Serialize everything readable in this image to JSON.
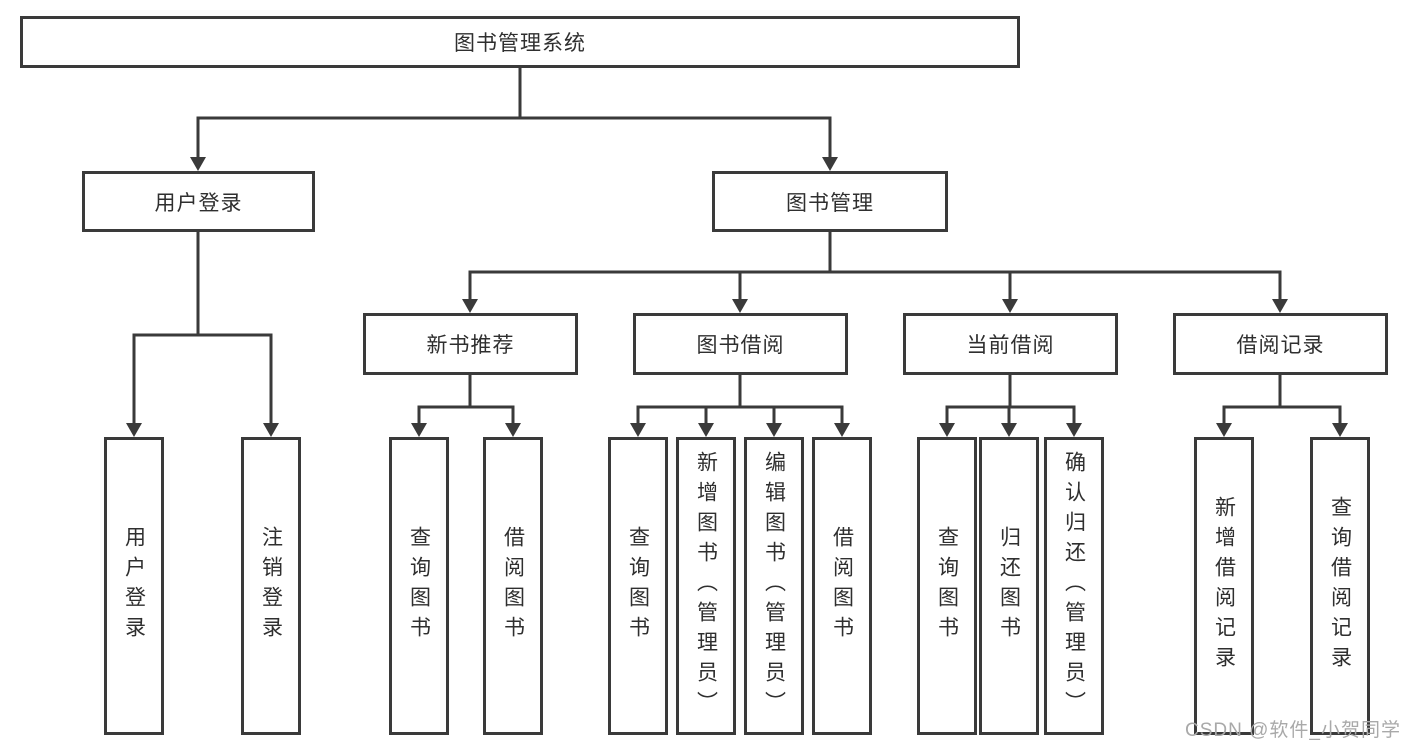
{
  "diagram": {
    "root": {
      "label": "图书管理系统"
    },
    "level2": [
      {
        "id": "user-login",
        "label": "用户登录"
      },
      {
        "id": "book-management",
        "label": "图书管理"
      }
    ],
    "level3": [
      {
        "id": "new-book-recommend",
        "label": "新书推荐",
        "parent": "图书管理"
      },
      {
        "id": "book-borrow",
        "label": "图书借阅",
        "parent": "图书管理"
      },
      {
        "id": "current-borrow",
        "label": "当前借阅",
        "parent": "图书管理"
      },
      {
        "id": "borrow-records",
        "label": "借阅记录",
        "parent": "图书管理"
      }
    ],
    "leaves": [
      {
        "label": "用户登录",
        "parent": "用户登录"
      },
      {
        "label": "注销登录",
        "parent": "用户登录"
      },
      {
        "label": "查询图书",
        "parent": "新书推荐"
      },
      {
        "label": "借阅图书",
        "parent": "新书推荐"
      },
      {
        "label": "查询图书",
        "parent": "图书借阅"
      },
      {
        "label": "新增图书（管理员）",
        "parent": "图书借阅"
      },
      {
        "label": "编辑图书（管理员）",
        "parent": "图书借阅"
      },
      {
        "label": "借阅图书",
        "parent": "图书借阅"
      },
      {
        "label": "查询图书",
        "parent": "当前借阅"
      },
      {
        "label": "归还图书",
        "parent": "当前借阅"
      },
      {
        "label": "确认归还（管理员）",
        "parent": "当前借阅"
      },
      {
        "label": "新增借阅记录",
        "parent": "借阅记录"
      },
      {
        "label": "查询借阅记录",
        "parent": "借阅记录"
      }
    ]
  },
  "watermark": {
    "text": "CSDN @软件_小贺同学"
  },
  "colors": {
    "line": "#3a3a3a",
    "text": "#2f2f2f",
    "background": "#ffffff",
    "watermark": "#a9a9a9"
  }
}
